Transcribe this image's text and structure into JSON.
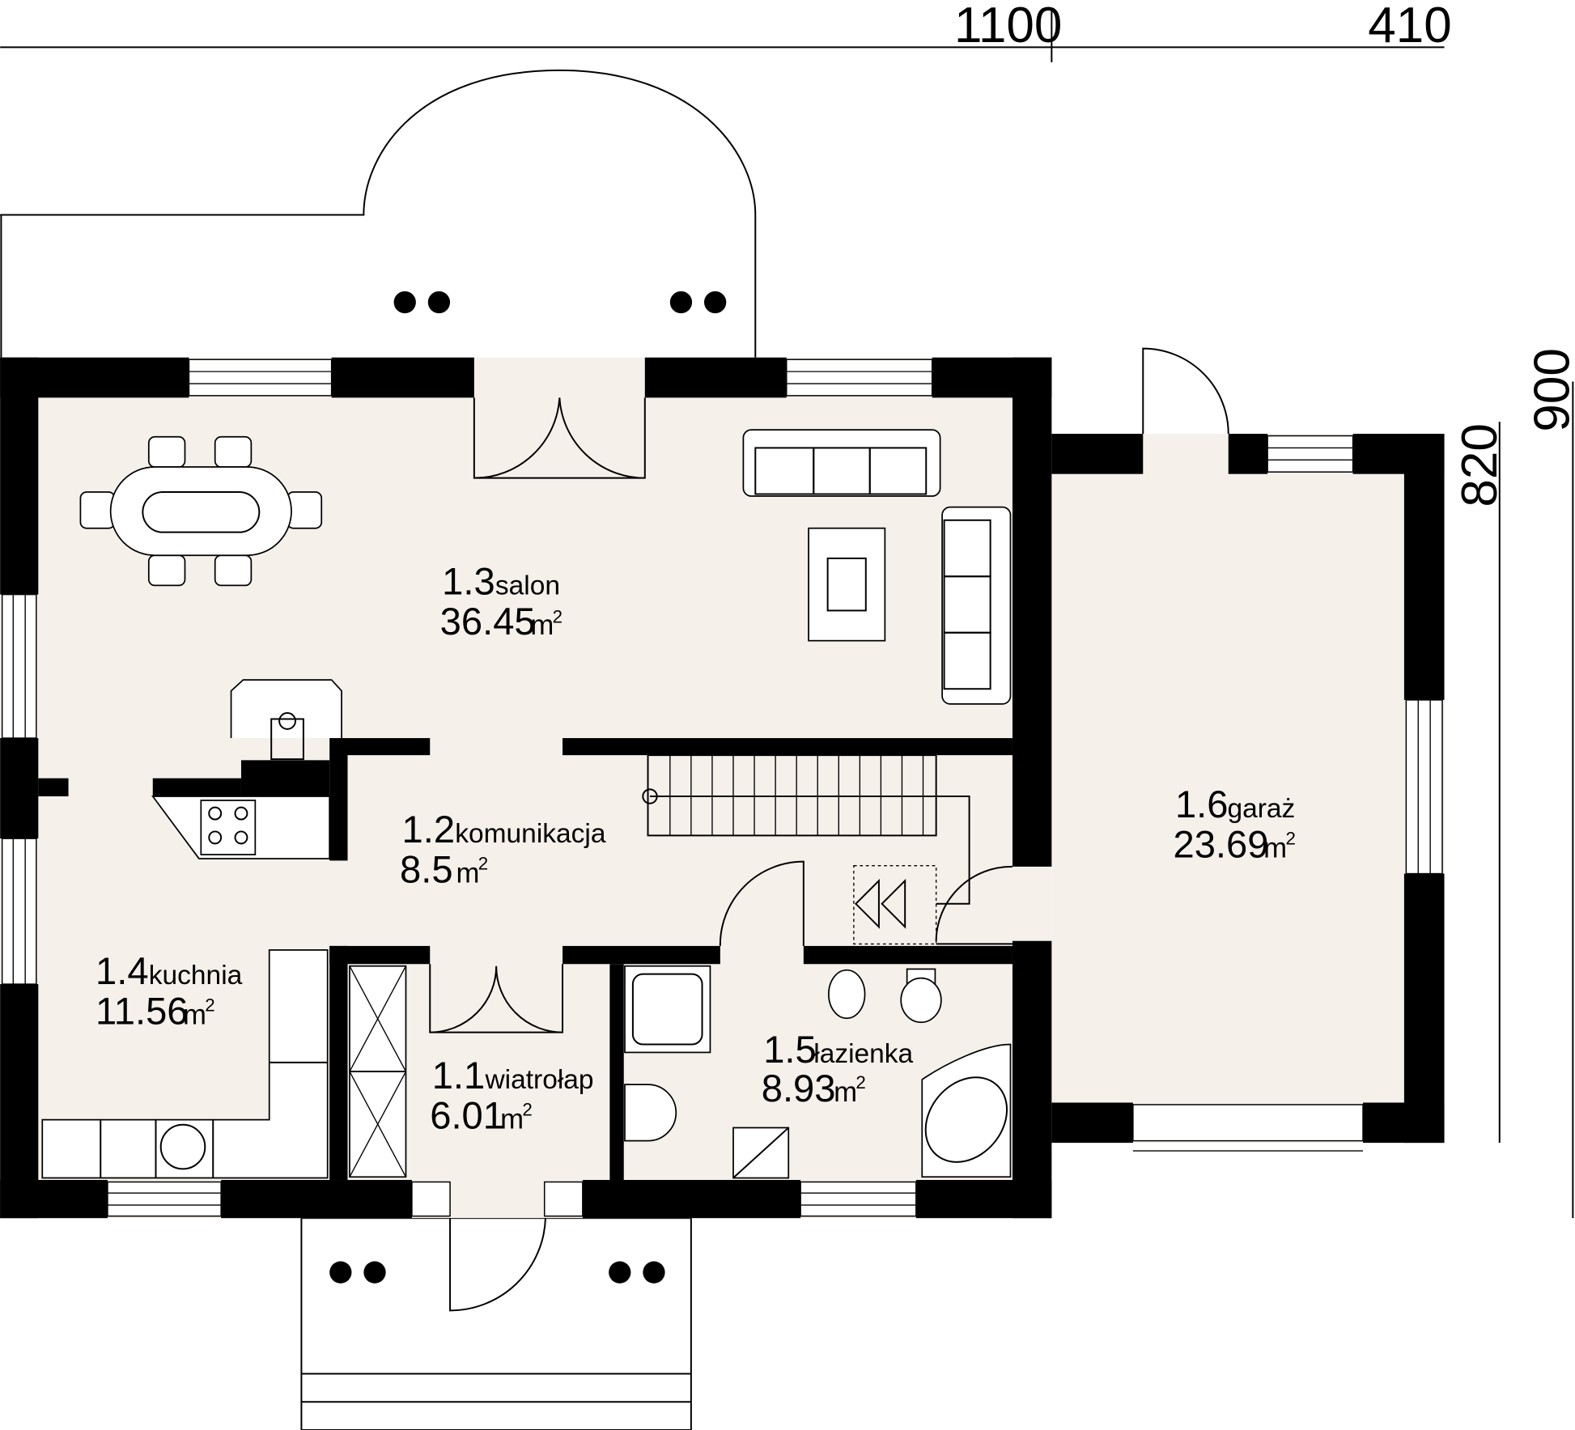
{
  "dimensions": {
    "top_left": "1100",
    "top_right": "410",
    "right_inner": "820",
    "right_outer": "900"
  },
  "rooms": [
    {
      "number": "1.1",
      "name": "wiatrołap",
      "area": "6.01",
      "unit": "m",
      "sup": "2"
    },
    {
      "number": "1.2",
      "name": "komunikacja",
      "area": "8.5",
      "unit": "m",
      "sup": "2"
    },
    {
      "number": "1.3",
      "name": "salon",
      "area": "36.45",
      "unit": "m",
      "sup": "2"
    },
    {
      "number": "1.4",
      "name": "kuchnia",
      "area": "11.56",
      "unit": "m",
      "sup": "2"
    },
    {
      "number": "1.5",
      "name": "łazienka",
      "area": "8.93",
      "unit": "m",
      "sup": "2"
    },
    {
      "number": "1.6",
      "name": "garaż",
      "area": "23.69",
      "unit": "m",
      "sup": "2"
    }
  ],
  "colors": {
    "floor": "#f6f0eb",
    "wall": "#000000"
  }
}
